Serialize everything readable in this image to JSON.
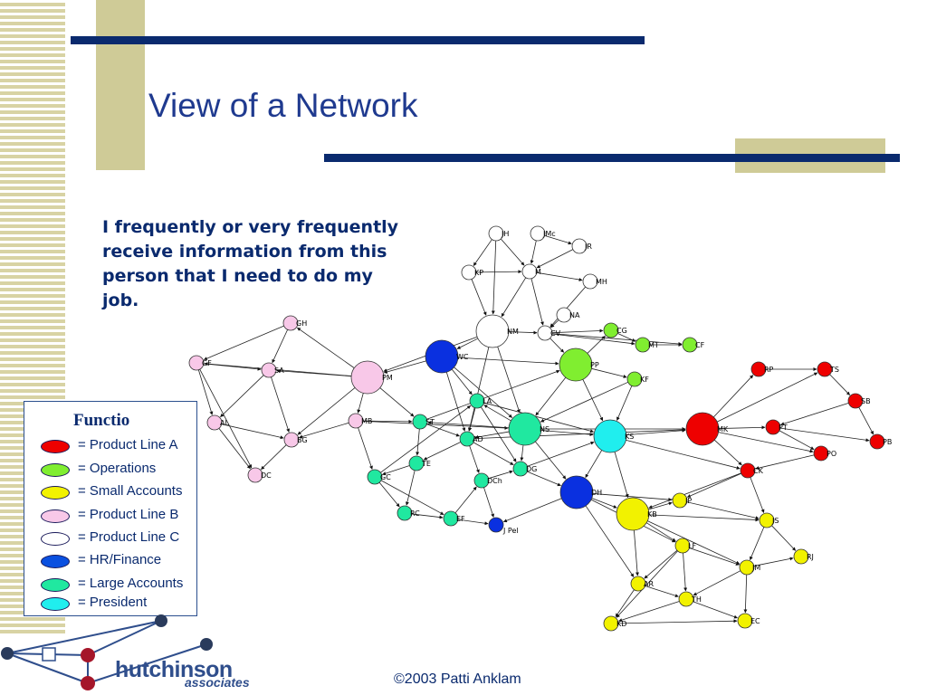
{
  "slide": {
    "title": "View of a Network",
    "caption": "I frequently or very frequently receive information from this person that I need to do my job.",
    "footer": "©2003 Patti Anklam"
  },
  "legend": {
    "title": "Functio",
    "items": [
      {
        "label": "= Product Line A",
        "color": "#ee0000"
      },
      {
        "label": "= Operations",
        "color": "#80ee30"
      },
      {
        "label": "= Small Accounts",
        "color": "#f2f200"
      },
      {
        "label": "= Product Line B",
        "color": "#f8c8e8"
      },
      {
        "label": "= Product Line C",
        "color": "#ffffff"
      },
      {
        "label": "= HR/Finance",
        "color": "#0a50e0"
      },
      {
        "label": "= Large Accounts",
        "color": "#20e8a0"
      },
      {
        "label": "= President",
        "color": "#20eeee"
      }
    ]
  },
  "logo": {
    "word": "hutchinson",
    "sub": "associates"
  },
  "colors": {
    "bar": "#0a2a6e",
    "block": "#cfcb97",
    "title": "#1f3a8f",
    "product_line_a": "#ee0000",
    "operations": "#80ee30",
    "small_accounts": "#f2f200",
    "product_line_b": "#f8c8e8",
    "product_line_c": "#ffffff",
    "hr_finance": "#0a30e0",
    "large_accounts": "#20e8a0",
    "president": "#20eeee"
  },
  "network": {
    "nodes": [
      {
        "id": "JH",
        "group": "product_line_c",
        "r": "small"
      },
      {
        "id": "JMc",
        "group": "product_line_c",
        "r": "small"
      },
      {
        "id": "JR",
        "group": "product_line_c",
        "r": "small"
      },
      {
        "id": "KP",
        "group": "product_line_c",
        "r": "small"
      },
      {
        "id": "M",
        "group": "product_line_c",
        "r": "small"
      },
      {
        "id": "MH",
        "group": "product_line_c",
        "r": "small"
      },
      {
        "id": "NA",
        "group": "product_line_c",
        "r": "small"
      },
      {
        "id": "NM",
        "group": "product_line_c",
        "r": "large"
      },
      {
        "id": "CV",
        "group": "product_line_c",
        "r": "small"
      },
      {
        "id": "GH",
        "group": "product_line_b",
        "r": "small"
      },
      {
        "id": "GF",
        "group": "product_line_b",
        "r": "small"
      },
      {
        "id": "SA",
        "group": "product_line_b",
        "r": "small"
      },
      {
        "id": "PM",
        "group": "product_line_b",
        "r": "large"
      },
      {
        "id": "AL",
        "group": "product_line_b",
        "r": "small"
      },
      {
        "id": "MB",
        "group": "product_line_b",
        "r": "small"
      },
      {
        "id": "BG",
        "group": "product_line_b",
        "r": "small"
      },
      {
        "id": "DC",
        "group": "product_line_b",
        "r": "small"
      },
      {
        "id": "WC",
        "group": "hr_finance",
        "r": "large"
      },
      {
        "id": "DH",
        "group": "hr_finance",
        "r": "large"
      },
      {
        "id": "J Pel",
        "group": "hr_finance",
        "r": "small"
      },
      {
        "id": "CG",
        "group": "operations",
        "r": "small"
      },
      {
        "id": "MT",
        "group": "operations",
        "r": "small"
      },
      {
        "id": "CF",
        "group": "operations",
        "r": "small"
      },
      {
        "id": "PP",
        "group": "operations",
        "r": "large"
      },
      {
        "id": "KF",
        "group": "operations",
        "r": "small"
      },
      {
        "id": "RP",
        "group": "product_line_a",
        "r": "small"
      },
      {
        "id": "TS",
        "group": "product_line_a",
        "r": "small"
      },
      {
        "id": "SB",
        "group": "product_line_a",
        "r": "small"
      },
      {
        "id": "MK",
        "group": "product_line_a",
        "r": "large"
      },
      {
        "id": "PT",
        "group": "product_line_a",
        "r": "small"
      },
      {
        "id": "PO",
        "group": "product_line_a",
        "r": "small"
      },
      {
        "id": "PB",
        "group": "product_line_a",
        "r": "small"
      },
      {
        "id": "CK",
        "group": "product_line_a",
        "r": "small"
      },
      {
        "id": "NS",
        "group": "large_accounts",
        "r": "large"
      },
      {
        "id": "ST",
        "group": "large_accounts",
        "r": "small"
      },
      {
        "id": "AD",
        "group": "large_accounts",
        "r": "small"
      },
      {
        "id": "TE",
        "group": "large_accounts",
        "r": "small"
      },
      {
        "id": "GC",
        "group": "large_accounts",
        "r": "small"
      },
      {
        "id": "RC",
        "group": "large_accounts",
        "r": "small"
      },
      {
        "id": "EF",
        "group": "large_accounts",
        "r": "small"
      },
      {
        "id": "DCh",
        "group": "large_accounts",
        "r": "small"
      },
      {
        "id": "DG",
        "group": "large_accounts",
        "r": "small"
      },
      {
        "id": "LA",
        "group": "large_accounts",
        "r": "small"
      },
      {
        "id": "KS",
        "group": "president",
        "r": "large"
      },
      {
        "id": "JP",
        "group": "small_accounts",
        "r": "small"
      },
      {
        "id": "KB",
        "group": "small_accounts",
        "r": "large"
      },
      {
        "id": "JS",
        "group": "small_accounts",
        "r": "small"
      },
      {
        "id": "LF",
        "group": "small_accounts",
        "r": "small"
      },
      {
        "id": "RJ",
        "group": "small_accounts",
        "r": "small"
      },
      {
        "id": "JM",
        "group": "small_accounts",
        "r": "small"
      },
      {
        "id": "AR",
        "group": "small_accounts",
        "r": "small"
      },
      {
        "id": "TH",
        "group": "small_accounts",
        "r": "small"
      },
      {
        "id": "KD",
        "group": "small_accounts",
        "r": "small"
      },
      {
        "id": "EC",
        "group": "small_accounts",
        "r": "small"
      }
    ],
    "edges": [
      [
        "JH",
        "KP"
      ],
      [
        "JH",
        "M"
      ],
      [
        "JH",
        "NM"
      ],
      [
        "JMc",
        "M"
      ],
      [
        "JMc",
        "JR"
      ],
      [
        "JR",
        "M"
      ],
      [
        "KP",
        "M"
      ],
      [
        "KP",
        "NM"
      ],
      [
        "M",
        "MH"
      ],
      [
        "M",
        "NM"
      ],
      [
        "M",
        "CV"
      ],
      [
        "NA",
        "CV"
      ],
      [
        "MH",
        "CV"
      ],
      [
        "NM",
        "CV"
      ],
      [
        "NM",
        "WC"
      ],
      [
        "NM",
        "PM"
      ],
      [
        "NM",
        "NS"
      ],
      [
        "NM",
        "AD"
      ],
      [
        "CV",
        "PP"
      ],
      [
        "CV",
        "CG"
      ],
      [
        "CV",
        "MT"
      ],
      [
        "CV",
        "CF"
      ],
      [
        "CG",
        "MT"
      ],
      [
        "MT",
        "CF"
      ],
      [
        "PP",
        "KF"
      ],
      [
        "PP",
        "CG"
      ],
      [
        "PP",
        "KS"
      ],
      [
        "PP",
        "NS"
      ],
      [
        "KF",
        "KS"
      ],
      [
        "KF",
        "NS"
      ],
      [
        "WC",
        "PM"
      ],
      [
        "WC",
        "NS"
      ],
      [
        "WC",
        "LA"
      ],
      [
        "WC",
        "AD"
      ],
      [
        "PM",
        "GH"
      ],
      [
        "PM",
        "SA"
      ],
      [
        "PM",
        "GF"
      ],
      [
        "PM",
        "MB"
      ],
      [
        "PM",
        "BG"
      ],
      [
        "GH",
        "SA"
      ],
      [
        "GH",
        "GF"
      ],
      [
        "GF",
        "SA"
      ],
      [
        "GF",
        "AL"
      ],
      [
        "GF",
        "DC"
      ],
      [
        "SA",
        "AL"
      ],
      [
        "SA",
        "BG"
      ],
      [
        "AL",
        "BG"
      ],
      [
        "AL",
        "DC"
      ],
      [
        "MB",
        "BG"
      ],
      [
        "MB",
        "NS"
      ],
      [
        "MB",
        "GC"
      ],
      [
        "MB",
        "ST"
      ],
      [
        "BG",
        "DC"
      ],
      [
        "NS",
        "KS"
      ],
      [
        "NS",
        "ST"
      ],
      [
        "NS",
        "AD"
      ],
      [
        "NS",
        "LA"
      ],
      [
        "NS",
        "DG"
      ],
      [
        "NS",
        "DH"
      ],
      [
        "NS",
        "MK"
      ],
      [
        "KS",
        "MK"
      ],
      [
        "KS",
        "DH"
      ],
      [
        "KS",
        "KB"
      ],
      [
        "KS",
        "CK"
      ],
      [
        "MK",
        "RP"
      ],
      [
        "MK",
        "PT"
      ],
      [
        "MK",
        "CK"
      ],
      [
        "MK",
        "PO"
      ],
      [
        "MK",
        "TS"
      ],
      [
        "RP",
        "TS"
      ],
      [
        "TS",
        "SB"
      ],
      [
        "SB",
        "PT"
      ],
      [
        "SB",
        "PB"
      ],
      [
        "PT",
        "PO"
      ],
      [
        "PT",
        "PB"
      ],
      [
        "PO",
        "CK"
      ],
      [
        "CK",
        "JS"
      ],
      [
        "CK",
        "JP"
      ],
      [
        "CK",
        "KB"
      ],
      [
        "ST",
        "TE"
      ],
      [
        "ST",
        "AD"
      ],
      [
        "AD",
        "TE"
      ],
      [
        "AD",
        "DCh"
      ],
      [
        "AD",
        "DG"
      ],
      [
        "TE",
        "GC"
      ],
      [
        "TE",
        "RC"
      ],
      [
        "GC",
        "RC"
      ],
      [
        "GC",
        "EF"
      ],
      [
        "RC",
        "EF"
      ],
      [
        "EF",
        "DCh"
      ],
      [
        "EF",
        "J Pel"
      ],
      [
        "DCh",
        "DG"
      ],
      [
        "DCh",
        "J Pel"
      ],
      [
        "DG",
        "DH"
      ],
      [
        "DH",
        "J Pel"
      ],
      [
        "DH",
        "KB"
      ],
      [
        "DH",
        "JP"
      ],
      [
        "DH",
        "LF"
      ],
      [
        "DH",
        "AR"
      ],
      [
        "KB",
        "JP"
      ],
      [
        "KB",
        "LF"
      ],
      [
        "KB",
        "JS"
      ],
      [
        "KB",
        "JM"
      ],
      [
        "KB",
        "AR"
      ],
      [
        "JP",
        "JS"
      ],
      [
        "JS",
        "RJ"
      ],
      [
        "JS",
        "JM"
      ],
      [
        "LF",
        "JM"
      ],
      [
        "LF",
        "AR"
      ],
      [
        "LF",
        "TH"
      ],
      [
        "LF",
        "KD"
      ],
      [
        "JM",
        "RJ"
      ],
      [
        "JM",
        "EC"
      ],
      [
        "JM",
        "TH"
      ],
      [
        "AR",
        "TH"
      ],
      [
        "AR",
        "KD"
      ],
      [
        "TH",
        "EC"
      ],
      [
        "TH",
        "KD"
      ],
      [
        "KD",
        "EC"
      ],
      [
        "LA",
        "AD"
      ],
      [
        "LA",
        "DG"
      ],
      [
        "LA",
        "KS"
      ],
      [
        "WC",
        "PP"
      ],
      [
        "PM",
        "ST"
      ],
      [
        "GC",
        "LA"
      ],
      [
        "DG",
        "KS"
      ],
      [
        "ST",
        "PP"
      ],
      [
        "AD",
        "MK"
      ]
    ]
  }
}
